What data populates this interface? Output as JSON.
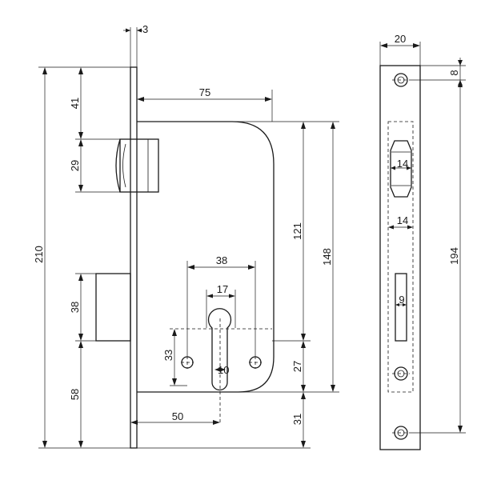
{
  "drawing": {
    "labels": {
      "plate_thickness": "3",
      "total_height": "210",
      "top_to_latch": "41",
      "latch_height": "29",
      "backset": "75",
      "body_height_121": "121",
      "body_height_148": "148",
      "cylinder_screw_spacing": "38",
      "cylinder_width": "17",
      "deadbolt_height": "38",
      "screw_vertical": "33",
      "pitch": "10",
      "bottom_to_bolt": "58",
      "body_bottom_27": "27",
      "backset_50": "50",
      "bottom_31": "31",
      "faceplate_width": "20",
      "screw_offset": "8",
      "striker_latch_width": "14",
      "striker_opening_width": "14",
      "striker_bolt_width": "9",
      "striker_length": "194"
    }
  }
}
